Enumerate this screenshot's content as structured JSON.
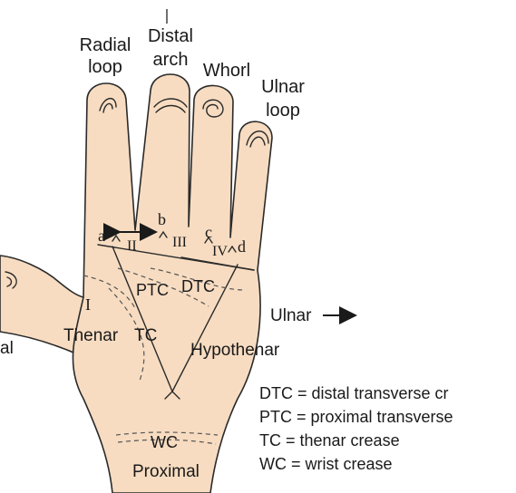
{
  "labels": {
    "radial_loop_1": "Radial",
    "radial_loop_2": "loop",
    "distal_arch_1": "Distal",
    "distal_arch_2": "arch",
    "whorl": "Whorl",
    "ulnar_loop_1": "Ulnar",
    "ulnar_loop_2": "loop",
    "point_a": "a",
    "point_b": "b",
    "point_c": "c",
    "point_d": "d",
    "area_ii": "II",
    "area_iii": "III",
    "area_iv": "IV",
    "area_i": "I",
    "ptc": "PTC",
    "dtc": "DTC",
    "thenar": "Thenar",
    "tc": "TC",
    "hypothenar": "Hypothenar",
    "ulnar_direction": "Ulnar",
    "radial_cut": "al",
    "wc": "WC",
    "proximal": "Proximal"
  },
  "legend": [
    "DTC =  distal transverse cr",
    "PTC = proximal transverse",
    "TC = thenar crease",
    "WC = wrist crease"
  ],
  "colors": {
    "skin": "#f7dcc1",
    "outline": "#2a2a2a",
    "text": "#1a1a1a"
  }
}
